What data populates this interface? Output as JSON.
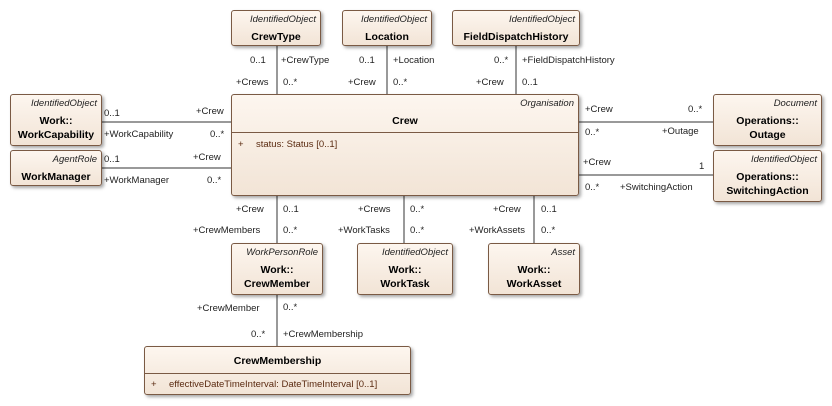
{
  "classes": {
    "crew_type": {
      "stereotype": "IdentifiedObject",
      "name_line1": "CrewType"
    },
    "location": {
      "stereotype": "IdentifiedObject",
      "name_line1": "Location"
    },
    "field_dispatch_history": {
      "stereotype": "IdentifiedObject",
      "name_line1": "FieldDispatchHistory"
    },
    "work_capability": {
      "stereotype": "IdentifiedObject",
      "name_line1": "Work::",
      "name_line2": "WorkCapability"
    },
    "work_manager": {
      "stereotype": "AgentRole",
      "name_line1": "WorkManager"
    },
    "crew": {
      "stereotype": "Organisation",
      "name_line1": "Crew",
      "attr_vis": "+",
      "attr": "status: Status [0..1]"
    },
    "outage": {
      "stereotype": "Document",
      "name_line1": "Operations::",
      "name_line2": "Outage"
    },
    "switching_action": {
      "stereotype": "IdentifiedObject",
      "name_line1": "Operations::",
      "name_line2": "SwitchingAction"
    },
    "crew_member": {
      "stereotype": "WorkPersonRole",
      "name_line1": "Work::",
      "name_line2": "CrewMember"
    },
    "work_task": {
      "stereotype": "IdentifiedObject",
      "name_line1": "Work::",
      "name_line2": "WorkTask"
    },
    "work_asset": {
      "stereotype": "Asset",
      "name_line1": "Work::",
      "name_line2": "WorkAsset"
    },
    "crew_membership": {
      "name_line1": "CrewMembership",
      "attr_vis": "+",
      "attr": "effectiveDateTimeInterval: DateTimeInterval [0..1]"
    }
  },
  "labels": {
    "crewtype_mult_top": "0..1",
    "crewtype_role": "+CrewType",
    "crewtype_crews_role": "+Crews",
    "crewtype_crews_mult": "0..*",
    "location_mult_top": "0..1",
    "location_role": "+Location",
    "location_crew_role": "+Crew",
    "location_crew_mult": "0..*",
    "fdh_mult_top": "0..*",
    "fdh_role": "+FieldDispatchHistory",
    "fdh_crew_role": "+Crew",
    "fdh_crew_mult": "0..1",
    "wc_mult": "0..1",
    "wc_crew_role": "+Crew",
    "wc_role": "+WorkCapability",
    "wc_crew_mult": "0..*",
    "wm_mult": "0..1",
    "wm_crew_role": "+Crew",
    "wm_role": "+WorkManager",
    "wm_crew_mult": "0..*",
    "outage_crew_role": "+Crew",
    "outage_crew_mult": "0..*",
    "outage_mult": "0..*",
    "outage_role": "+Outage",
    "sa_crew_role": "+Crew",
    "sa_crew_mult": "1",
    "sa_mult": "0..*",
    "sa_role": "+SwitchingAction",
    "cm_crew_role": "+Crew",
    "cm_crew_mult": "0..1",
    "cm_role": "+CrewMembers",
    "cm_mult": "0..*",
    "wt_crews_role": "+Crews",
    "wt_crews_mult": "0..*",
    "wt_role": "+WorkTasks",
    "wt_mult": "0..*",
    "wa_crew_role": "+Crew",
    "wa_crew_mult": "0..1",
    "wa_role": "+WorkAssets",
    "wa_mult": "0..*",
    "cmem_member_role": "+CrewMember",
    "cmem_member_mult": "0..*",
    "cmem_mult": "0..*",
    "cmem_role": "+CrewMembership"
  }
}
